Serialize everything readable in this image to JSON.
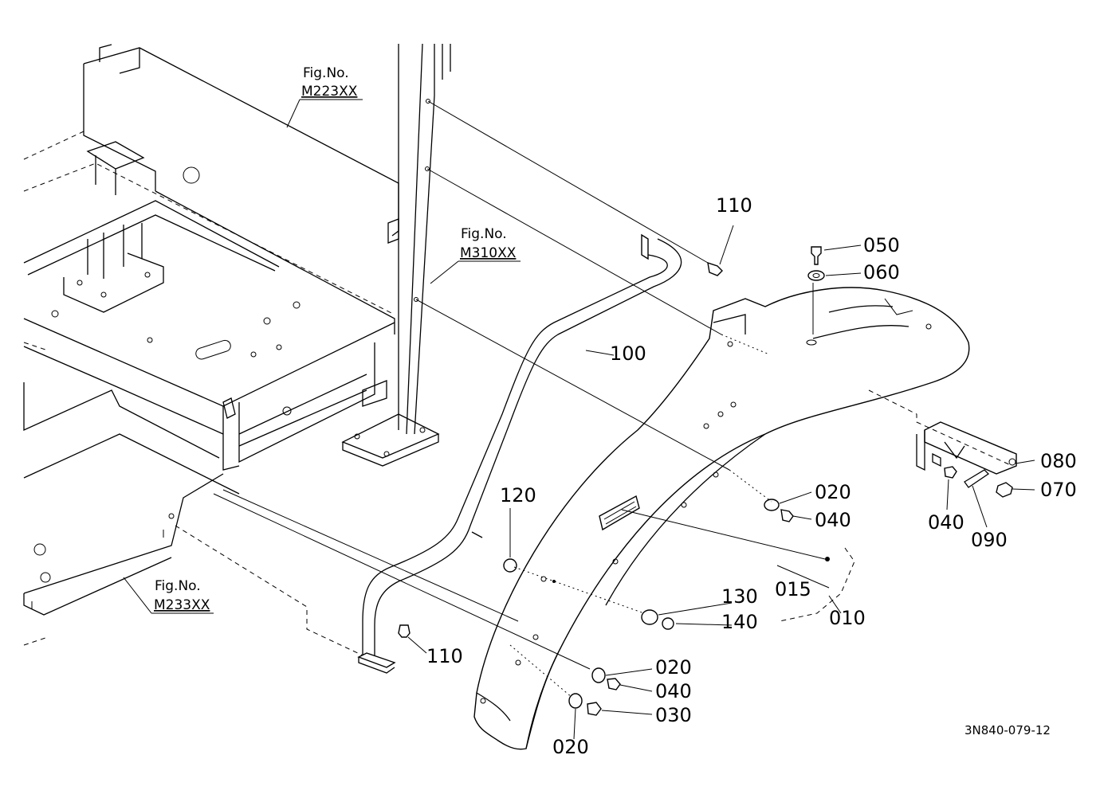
{
  "figure_refs": [
    {
      "prefix": "Fig.No.",
      "code": "M223XX"
    },
    {
      "prefix": "Fig.No.",
      "code": "M310XX"
    },
    {
      "prefix": "Fig.No.",
      "code": "M233XX"
    }
  ],
  "callouts": {
    "c110a": "110",
    "c050": "050",
    "c060": "060",
    "c100": "100",
    "c080": "080",
    "c020a": "020",
    "c070": "070",
    "c040a": "040",
    "c040b": "040",
    "c090": "090",
    "c120": "120",
    "c015": "015",
    "c130": "130",
    "c010": "010",
    "c140": "140",
    "c110b": "110",
    "c020b": "020",
    "c040c": "040",
    "c030": "030",
    "c020c": "020"
  },
  "drawing_code": "3N840-079-12"
}
